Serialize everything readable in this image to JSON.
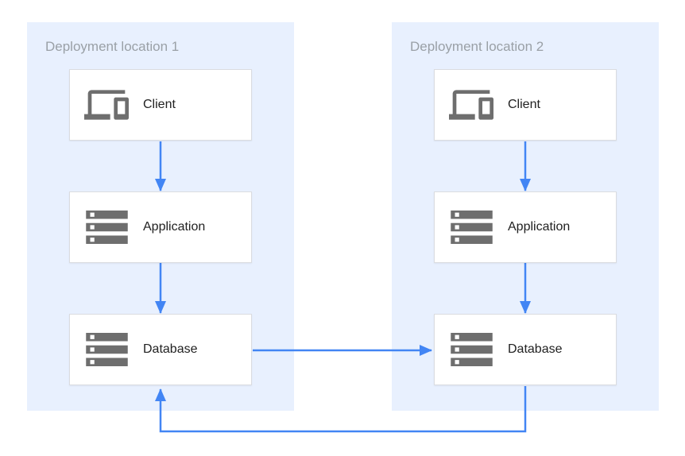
{
  "diagram": {
    "panels": [
      {
        "title": "Deployment location 1",
        "nodes": [
          {
            "label": "Client",
            "icon": "devices-icon"
          },
          {
            "label": "Application",
            "icon": "storage-icon"
          },
          {
            "label": "Database",
            "icon": "storage-icon"
          }
        ]
      },
      {
        "title": "Deployment location 2",
        "nodes": [
          {
            "label": "Client",
            "icon": "devices-icon"
          },
          {
            "label": "Application",
            "icon": "storage-icon"
          },
          {
            "label": "Database",
            "icon": "storage-icon"
          }
        ]
      }
    ],
    "arrows": [
      {
        "from": "client-1",
        "to": "application-1"
      },
      {
        "from": "application-1",
        "to": "database-1"
      },
      {
        "from": "client-2",
        "to": "application-2"
      },
      {
        "from": "application-2",
        "to": "database-2"
      },
      {
        "from": "database-1",
        "to": "database-2"
      },
      {
        "from": "database-2",
        "to": "database-1"
      }
    ],
    "colors": {
      "panel_bg": "#e8f0fe",
      "arrow": "#4285f4",
      "box_border": "#dadce0",
      "icon": "#6e6e6e",
      "title_text": "#9aa0a6",
      "label_text": "#212121"
    }
  }
}
